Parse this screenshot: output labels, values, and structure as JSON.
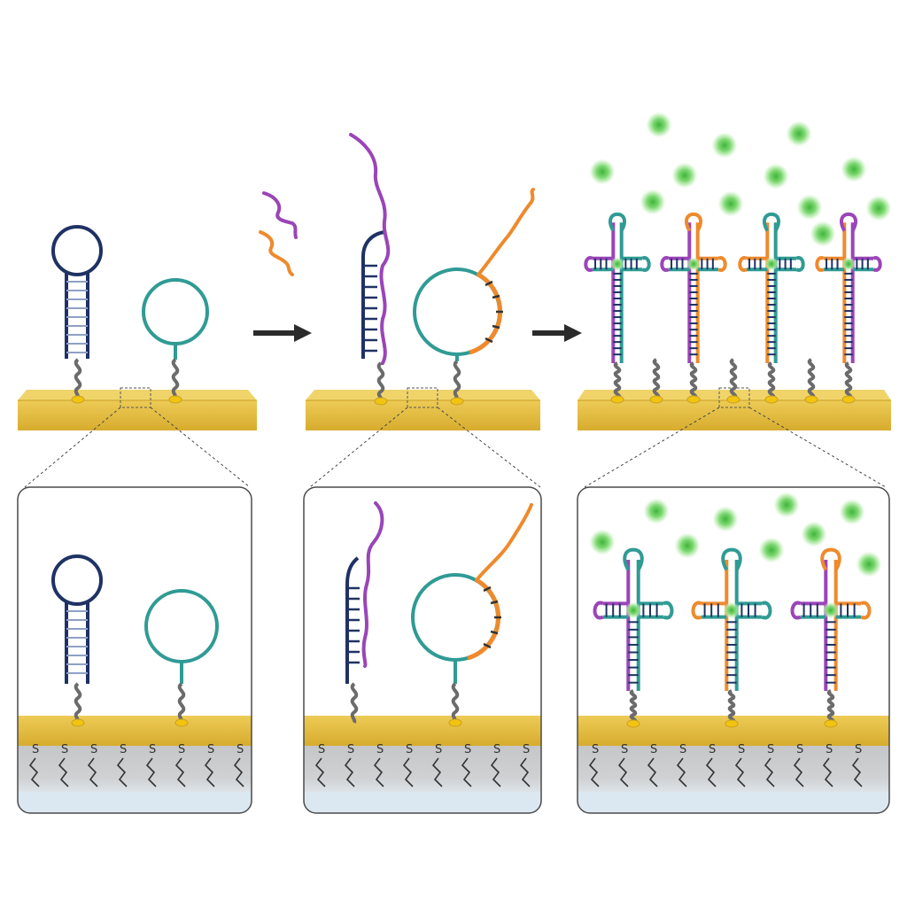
{
  "colors": {
    "background": "#ffffff",
    "gold_top": "#e9c548",
    "gold_front": "#d4a92c",
    "gold_side": "#b88f1d",
    "gold_highlight": "#f3d977",
    "navy": "#1f3264",
    "teal": "#2f9b94",
    "purple": "#9a45b8",
    "orange": "#ee8a2c",
    "linker": "#6b6b6b",
    "anchor": "#f1c40f",
    "green_glow": "#6fd36b",
    "green_core": "#38b03a",
    "arrow": "#2b2b2b",
    "inset_border": "#4a4a4a",
    "substrate": "#c9cbcd",
    "substrate_light": "#dfe9f1"
  },
  "stages": [
    {
      "name": "probe-immobilization",
      "probes": [
        "hairpin",
        "ring"
      ]
    },
    {
      "name": "target-hybridization",
      "probes": [
        "hairpin-with-purple-strand",
        "ring-with-orange-strand"
      ]
    },
    {
      "name": "cruciform-assembly-and-signal",
      "probes": [
        "cruciform",
        "cruciform",
        "cruciform",
        "cruciform"
      ]
    }
  ],
  "icons": [
    "right-arrow-icon",
    "right-arrow-icon",
    "green-dot-icon"
  ]
}
